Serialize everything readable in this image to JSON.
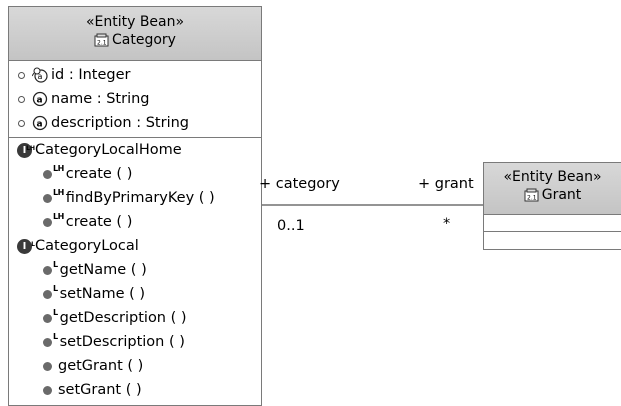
{
  "category_entity": {
    "stereotype": "«Entity Bean»",
    "name": "Category",
    "attributes": [
      {
        "label": "id : Integer",
        "icon": "key-attribute-icon"
      },
      {
        "label": "name : String",
        "icon": "attribute-icon"
      },
      {
        "label": "description : String",
        "icon": "attribute-icon"
      }
    ],
    "local_home": {
      "name": "CategoryLocalHome",
      "badge": "LH",
      "methods": [
        "create ( )",
        "findByPrimaryKey ( )",
        "create ( )"
      ]
    },
    "local": {
      "name": "CategoryLocal",
      "badge": "L",
      "methods": [
        "getName ( )",
        "setName ( )",
        "getDescription ( )",
        "setDescription ( )"
      ]
    },
    "plain_methods": [
      "getGrant ( )",
      "setGrant ( )"
    ]
  },
  "grant_entity": {
    "stereotype": "«Entity Bean»",
    "name": "Grant"
  },
  "association": {
    "left_role": "+ category",
    "right_role": "+ grant",
    "left_multiplicity": "0..1",
    "right_multiplicity": "*"
  }
}
